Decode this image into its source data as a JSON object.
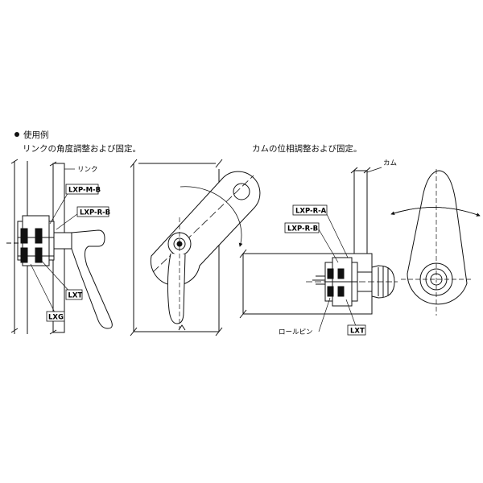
{
  "usage": {
    "heading": "使用例",
    "caption_left": "リンクの角度調整および固定。",
    "caption_right": "カムの位相調整および固定。"
  },
  "left_figure": {
    "link_label": "リンク",
    "callouts": [
      "LXP-M-B",
      "LXP-R-B",
      "LXT",
      "LXG"
    ]
  },
  "right_figure": {
    "cam_label": "カム",
    "callouts": [
      "LXP-R-A",
      "LXP-R-B",
      "LXT"
    ],
    "roll_pin_label": "ロールピン"
  }
}
